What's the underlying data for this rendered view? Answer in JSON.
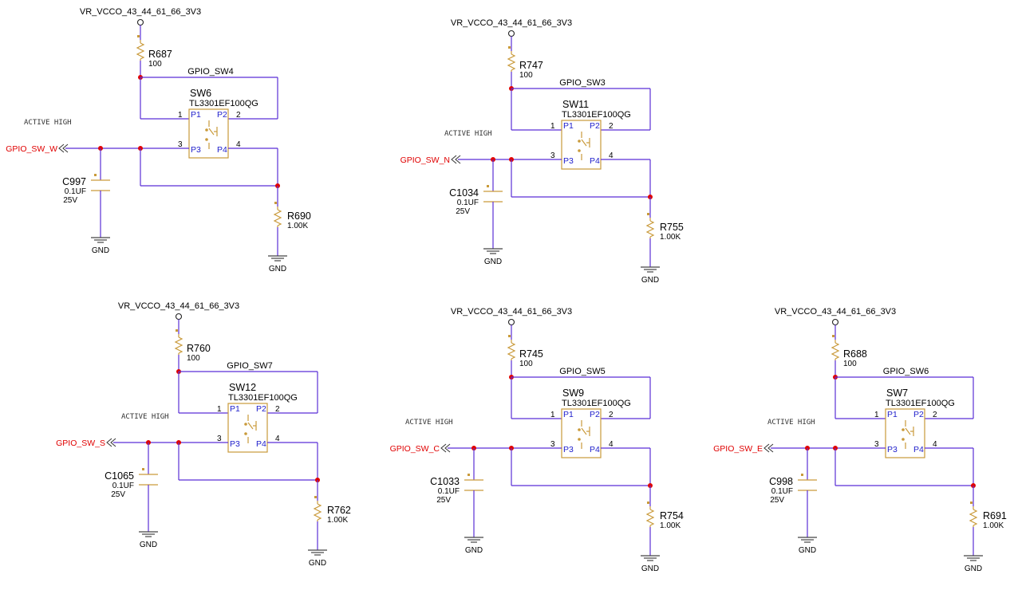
{
  "colors": {
    "wire": "#5a2fd6",
    "component": "#c99a3a",
    "junction": "#e00000",
    "port": "#e00000",
    "pin_name": "#2222cc",
    "ground": "#444444"
  },
  "circuits": [
    {
      "id": "w",
      "power": "VR_VCCO_43_44_61_66_3V3",
      "r_top": {
        "ref": "R687",
        "value": "100"
      },
      "net": "GPIO_SW4",
      "sw": {
        "ref": "SW6",
        "part": "TL3301EF100QG",
        "pins": [
          "P1",
          "P2",
          "P3",
          "P4"
        ],
        "pin_nums": [
          "1",
          "2",
          "3",
          "4"
        ]
      },
      "note": "ACTIVE HIGH",
      "port": "GPIO_SW_W",
      "cap": {
        "ref": "C997",
        "value": "0.1UF",
        "voltage": "25V"
      },
      "r_bot": {
        "ref": "R690",
        "value": "1.00K"
      },
      "gnd_cap": "GND",
      "gnd_r": "GND"
    },
    {
      "id": "n",
      "power": "VR_VCCO_43_44_61_66_3V3",
      "r_top": {
        "ref": "R747",
        "value": "100"
      },
      "net": "GPIO_SW3",
      "sw": {
        "ref": "SW11",
        "part": "TL3301EF100QG",
        "pins": [
          "P1",
          "P2",
          "P3",
          "P4"
        ],
        "pin_nums": [
          "1",
          "2",
          "3",
          "4"
        ]
      },
      "note": "ACTIVE HIGH",
      "port": "GPIO_SW_N",
      "cap": {
        "ref": "C1034",
        "value": "0.1UF",
        "voltage": "25V"
      },
      "r_bot": {
        "ref": "R755",
        "value": "1.00K"
      },
      "gnd_cap": "GND",
      "gnd_r": "GND"
    },
    {
      "id": "s",
      "power": "VR_VCCO_43_44_61_66_3V3",
      "r_top": {
        "ref": "R760",
        "value": "100"
      },
      "net": "GPIO_SW7",
      "sw": {
        "ref": "SW12",
        "part": "TL3301EF100QG",
        "pins": [
          "P1",
          "P2",
          "P3",
          "P4"
        ],
        "pin_nums": [
          "1",
          "2",
          "3",
          "4"
        ]
      },
      "note": "ACTIVE HIGH",
      "port": "GPIO_SW_S",
      "cap": {
        "ref": "C1065",
        "value": "0.1UF",
        "voltage": "25V"
      },
      "r_bot": {
        "ref": "R762",
        "value": "1.00K"
      },
      "gnd_cap": "GND",
      "gnd_r": "GND"
    },
    {
      "id": "c",
      "power": "VR_VCCO_43_44_61_66_3V3",
      "r_top": {
        "ref": "R745",
        "value": "100"
      },
      "net": "GPIO_SW5",
      "sw": {
        "ref": "SW9",
        "part": "TL3301EF100QG",
        "pins": [
          "P1",
          "P2",
          "P3",
          "P4"
        ],
        "pin_nums": [
          "1",
          "2",
          "3",
          "4"
        ]
      },
      "note": "ACTIVE HIGH",
      "port": "GPIO_SW_C",
      "cap": {
        "ref": "C1033",
        "value": "0.1UF",
        "voltage": "25V"
      },
      "r_bot": {
        "ref": "R754",
        "value": "1.00K"
      },
      "gnd_cap": "GND",
      "gnd_r": "GND"
    },
    {
      "id": "e",
      "power": "VR_VCCO_43_44_61_66_3V3",
      "r_top": {
        "ref": "R688",
        "value": "100"
      },
      "net": "GPIO_SW6",
      "sw": {
        "ref": "SW7",
        "part": "TL3301EF100QG",
        "pins": [
          "P1",
          "P2",
          "P3",
          "P4"
        ],
        "pin_nums": [
          "1",
          "2",
          "3",
          "4"
        ]
      },
      "note": "ACTIVE HIGH",
      "port": "GPIO_SW_E",
      "cap": {
        "ref": "C998",
        "value": "0.1UF",
        "voltage": "25V"
      },
      "r_bot": {
        "ref": "R691",
        "value": "1.00K"
      },
      "gnd_cap": "GND",
      "gnd_r": "GND"
    }
  ]
}
